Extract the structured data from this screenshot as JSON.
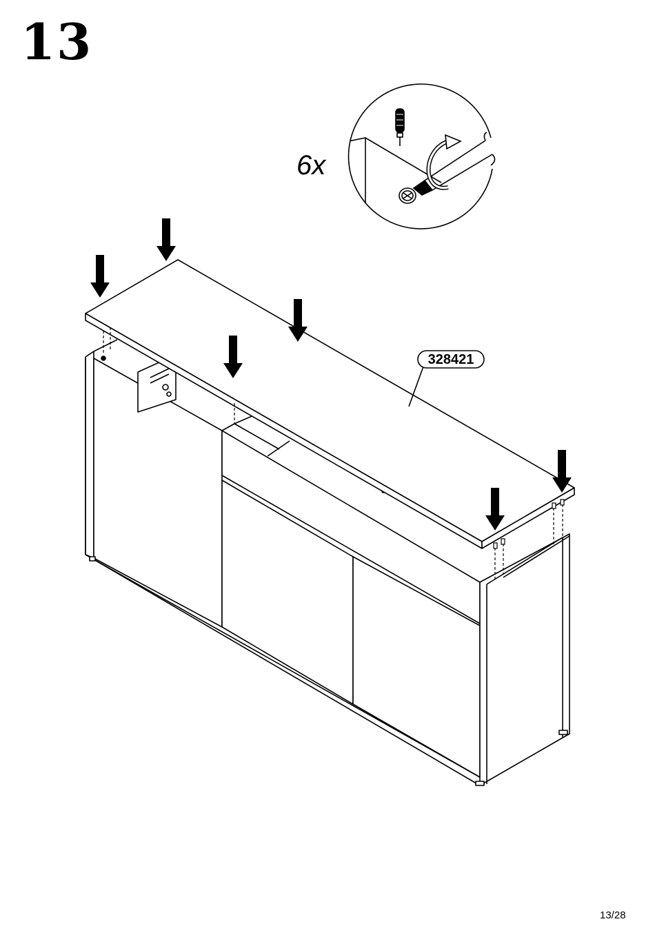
{
  "step": {
    "number": "13"
  },
  "quantity": {
    "label": "6x"
  },
  "part": {
    "id": "328421"
  },
  "page": {
    "label": "13/28"
  },
  "icons": {
    "screwdriver": "screwdriver-icon",
    "screw": "screw-icon",
    "rotate_arrow": "rotate-arrow-icon",
    "down_arrow": "down-arrow-icon"
  },
  "colors": {
    "ink": "#000000",
    "paper": "#ffffff"
  }
}
